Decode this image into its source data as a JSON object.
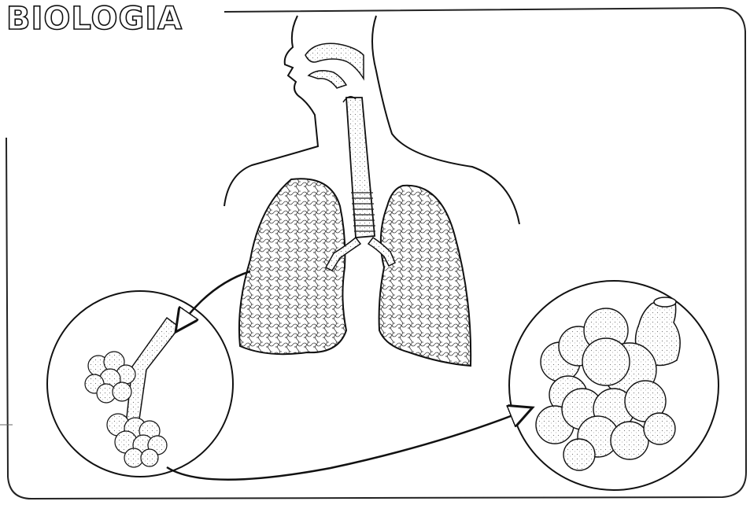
{
  "title": "BIOLOGIA",
  "figure": {
    "subject": "respiratory-system",
    "parts": [
      "trachea",
      "left-lung",
      "right-lung",
      "bronchus",
      "bronchiole-detail",
      "alveoli-detail"
    ]
  },
  "colors": {
    "ink": "#111111",
    "paper": "#ffffff",
    "stipple": "#9a9a9a"
  }
}
